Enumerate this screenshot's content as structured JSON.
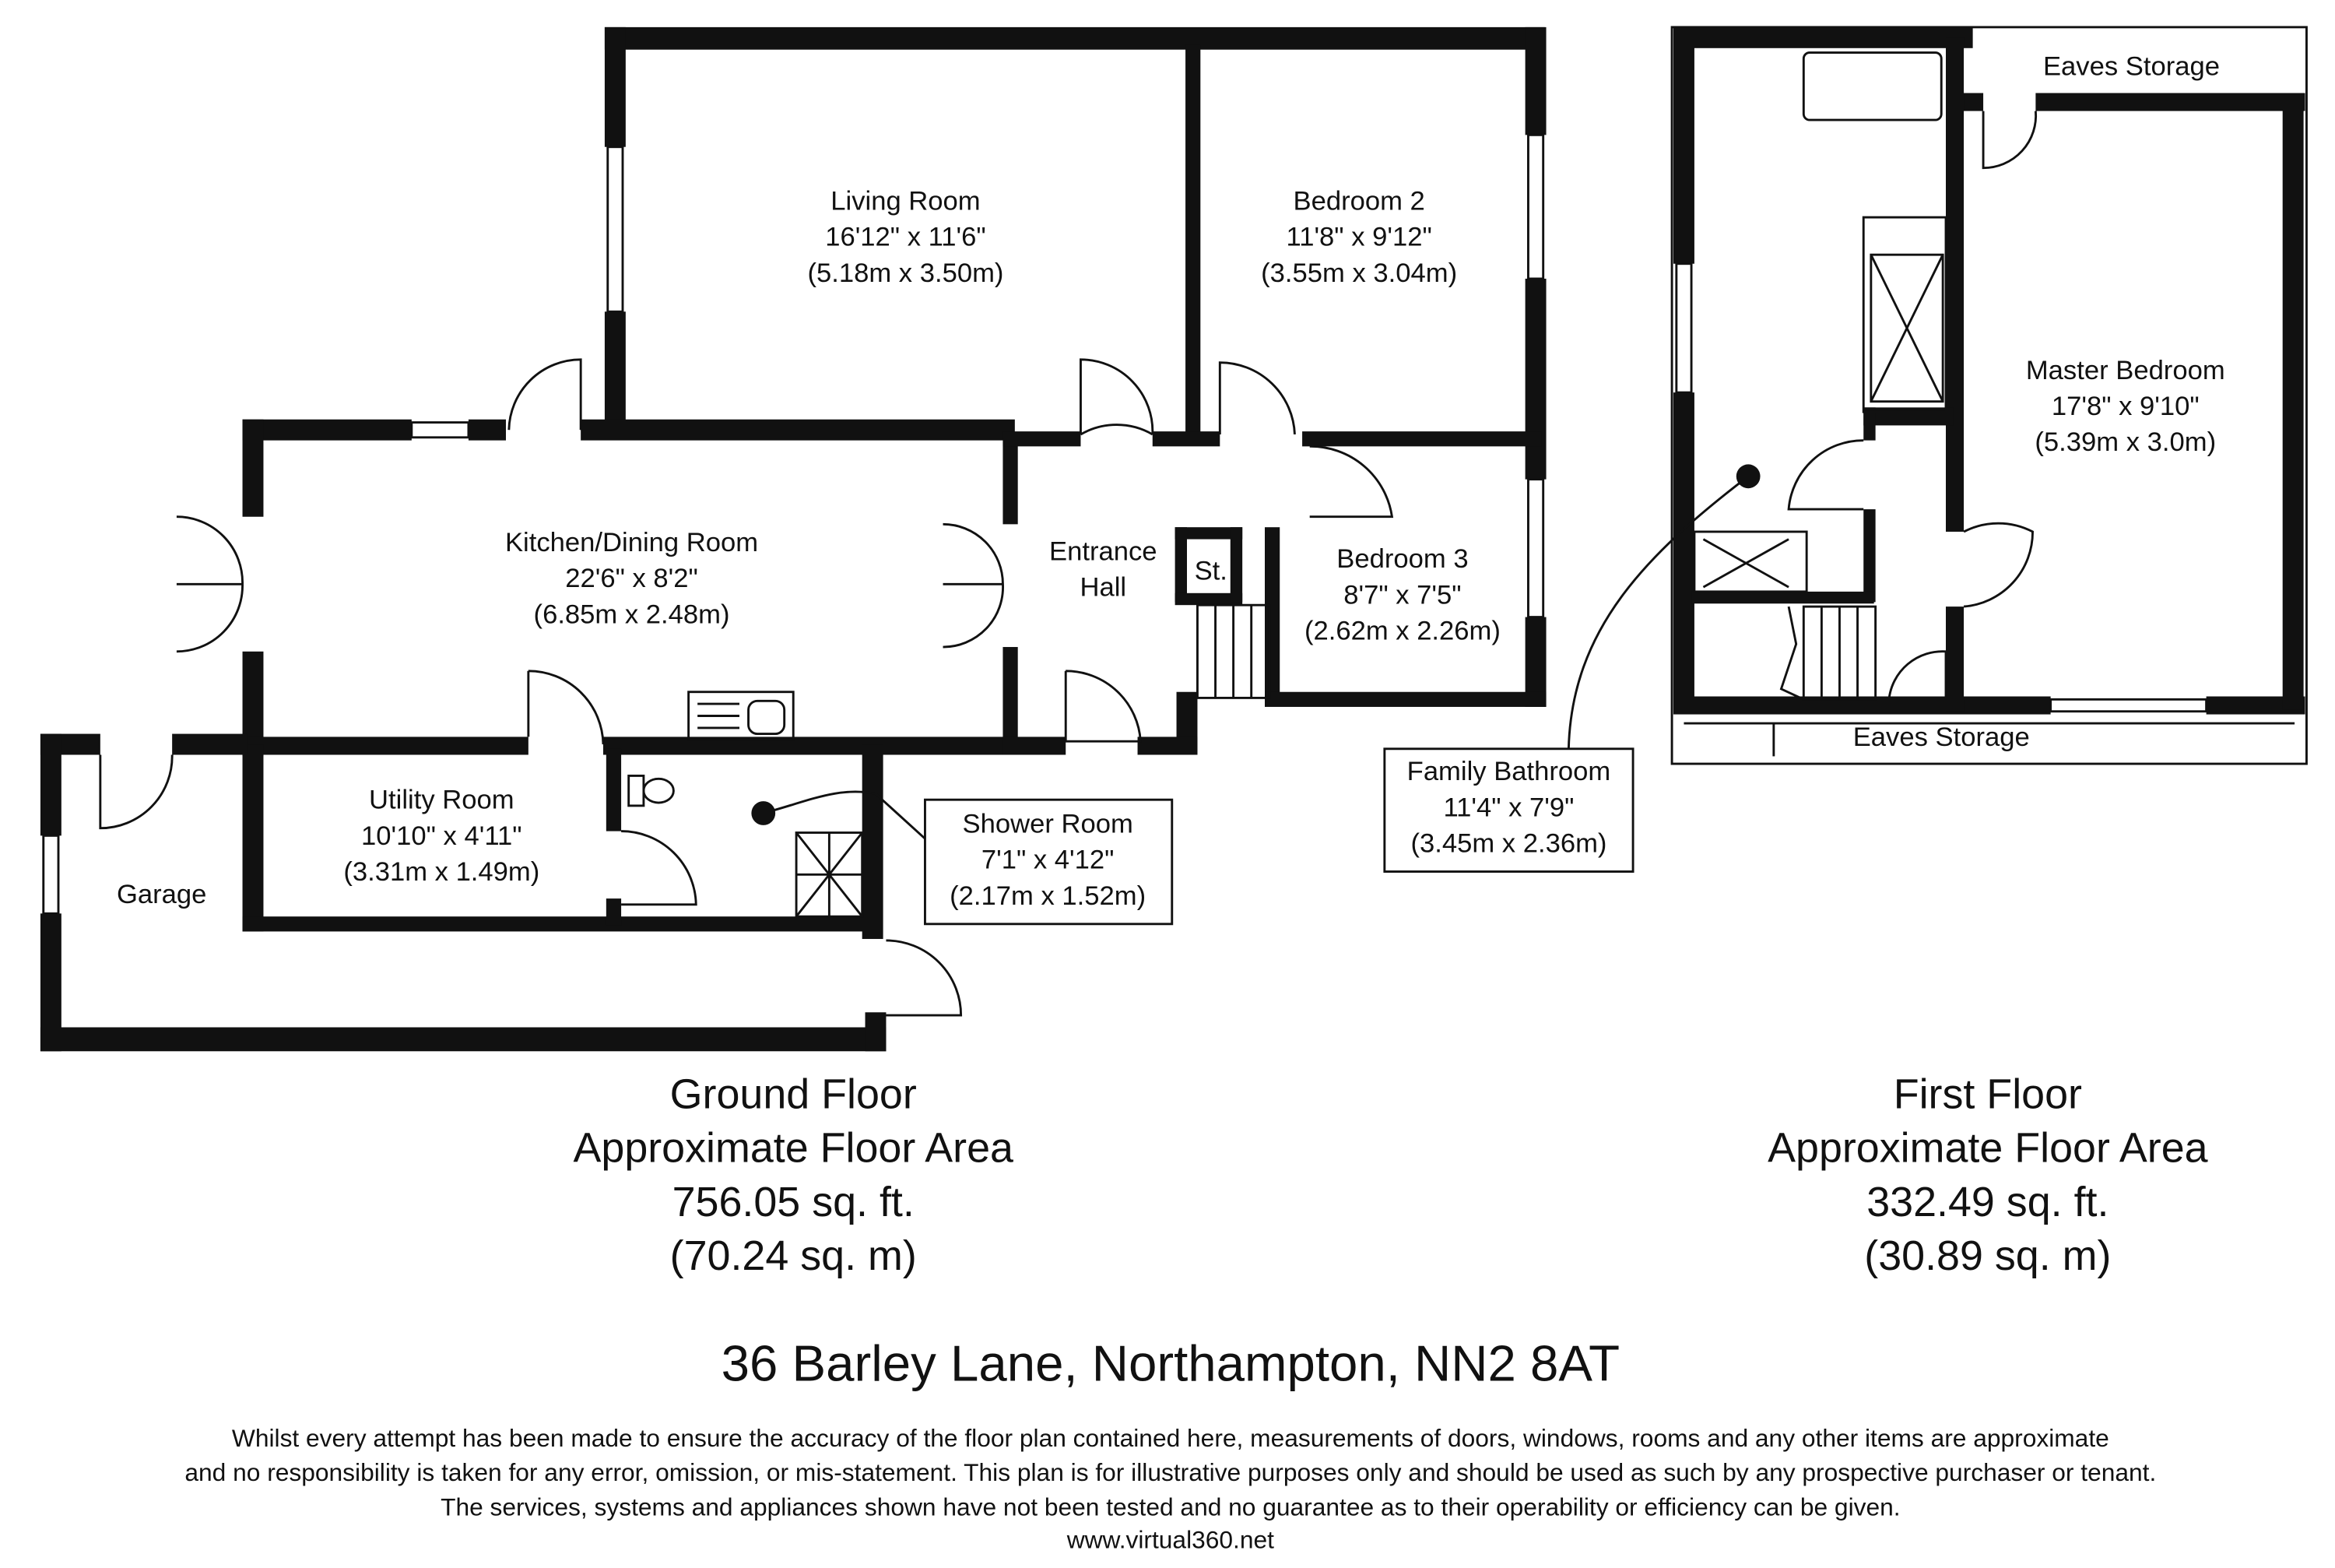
{
  "ground_floor": {
    "rooms": [
      {
        "name": "Living Room",
        "imperial": "16'12\" x 11'6\"",
        "metric": "(5.18m x 3.50m)"
      },
      {
        "name": "Bedroom 2",
        "imperial": "11'8\" x 9'12\"",
        "metric": "(3.55m x 3.04m)"
      },
      {
        "name": "Kitchen/Dining Room",
        "imperial": "22'6\" x 8'2\"",
        "metric": "(6.85m x 2.48m)"
      },
      {
        "name": "Bedroom 3",
        "imperial": "8'7\" x 7'5\"",
        "metric": "(2.62m x 2.26m)"
      },
      {
        "name": "Utility Room",
        "imperial": "10'10\" x 4'11\"",
        "metric": "(3.31m x 1.49m)"
      },
      {
        "name": "Shower Room",
        "imperial": "7'1\" x 4'12\"",
        "metric": "(2.17m x 1.52m)"
      }
    ],
    "entrance_hall": [
      "Entrance",
      "Hall"
    ],
    "store_label": "St.",
    "garage_label": "Garage",
    "summary": [
      "Ground Floor",
      "Approximate Floor Area",
      "756.05 sq. ft.",
      "(70.24 sq. m)"
    ]
  },
  "first_floor": {
    "rooms": [
      {
        "name": "Master Bedroom",
        "imperial": "17'8\" x 9'10\"",
        "metric": "(5.39m x 3.0m)"
      },
      {
        "name": "Family Bathroom",
        "imperial": "11'4\" x 7'9\"",
        "metric": "(3.45m x 2.36m)"
      }
    ],
    "eaves_top": "Eaves Storage",
    "eaves_bottom": "Eaves Storage",
    "summary": [
      "First Floor",
      "Approximate Floor Area",
      "332.49 sq. ft.",
      "(30.89 sq. m)"
    ]
  },
  "address": "36 Barley Lane, Northampton, NN2 8AT",
  "disclaimer": [
    "Whilst every attempt has been made to ensure the accuracy of the floor plan contained here, measurements of doors, windows, rooms and any other items are approximate",
    "and no responsibility is taken for any error, omission, or mis-statement. This plan is for illustrative purposes only and should be used as such by any prospective purchaser or tenant.",
    "The services, systems and appliances shown have not been tested and no guarantee as to their operability or efficiency can be given."
  ],
  "website": "www.virtual360.net"
}
